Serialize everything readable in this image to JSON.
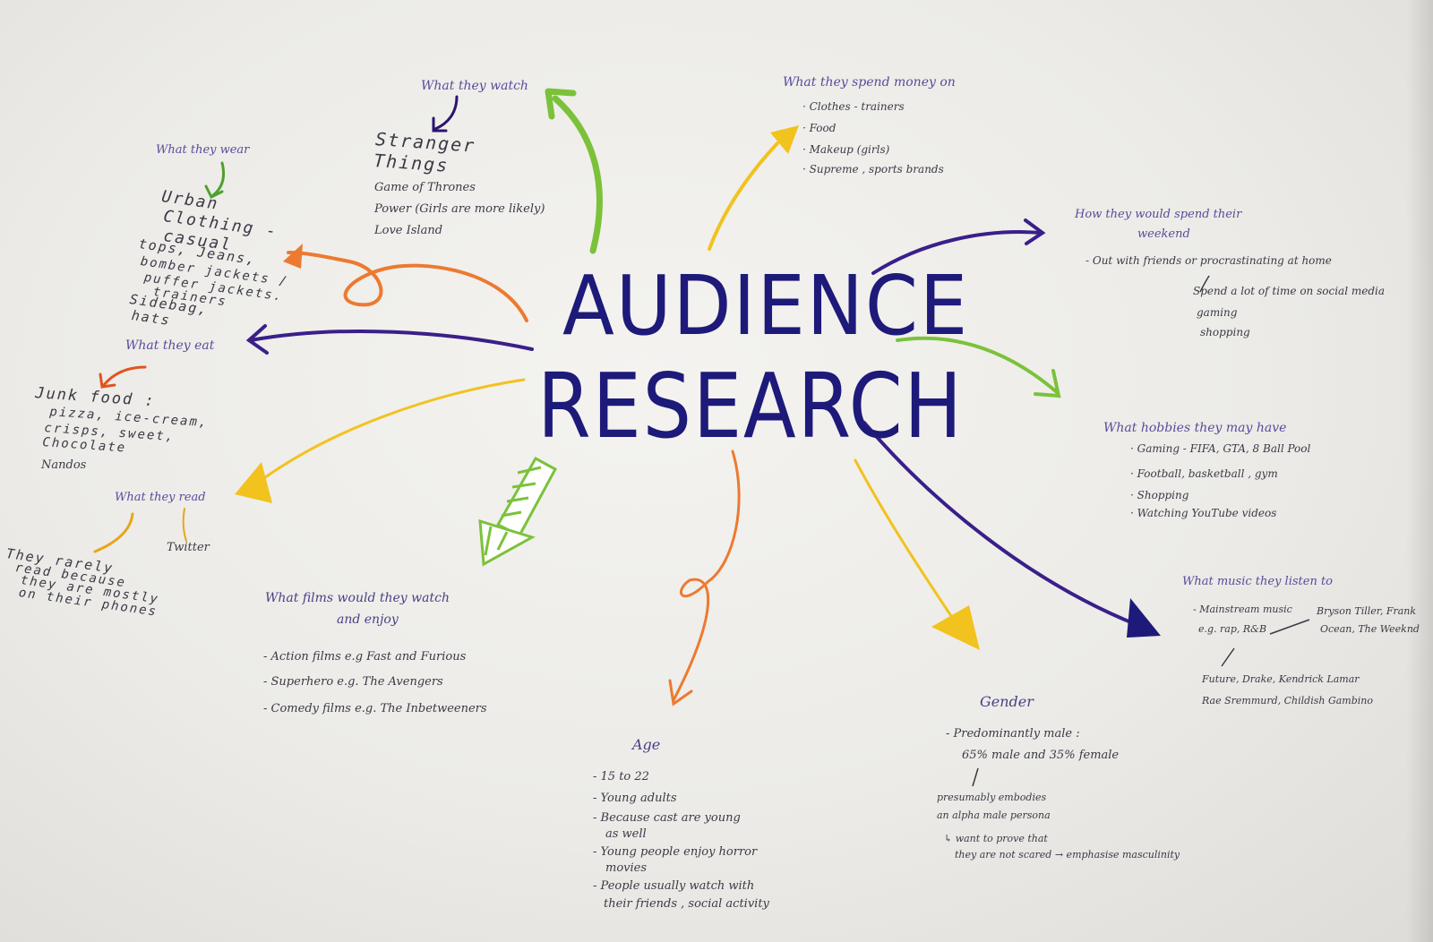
{
  "title": {
    "line1": "AUDIENCE",
    "line2": "RESEARCH"
  },
  "colors": {
    "title": "#1d1a7a",
    "purple": "#3a1f8a",
    "green": "#7bc23a",
    "orange": "#ec7a30",
    "yellow": "#f2c21e",
    "heading": "#5b4a9c",
    "text": "#3b3946"
  },
  "watch": {
    "heading": "What they watch",
    "shows": [
      "Stranger",
      "Things"
    ],
    "items": [
      "Game of Thrones",
      "Power (Girls are more likely)",
      "Love Island"
    ]
  },
  "spend": {
    "heading": "What they spend money on",
    "items": [
      "· Clothes - trainers",
      "· Food",
      "· Makeup (girls)",
      "· Supreme , sports brands"
    ]
  },
  "wear": {
    "heading": "What they wear",
    "lines": [
      "Urban",
      "Clothing -",
      "casual",
      "tops, Jeans,",
      "bomber jackets /",
      "puffer jackets.",
      "trainers",
      "Sidebag,",
      "hats"
    ]
  },
  "weekend": {
    "heading_line1": "How they would spend their",
    "heading_line2": "weekend",
    "items": [
      "- Out with friends or procrastinating at home",
      "Spend a lot of time on social media",
      "gaming",
      "shopping"
    ]
  },
  "eat": {
    "heading": "What they eat",
    "lines": [
      "Junk food :",
      "pizza, ice-cream,",
      "crisps, sweet,",
      "Chocolate",
      "Nandos"
    ]
  },
  "hobbies": {
    "heading": "What hobbies they may have",
    "items": [
      "· Gaming - FIFA, GTA, 8 Ball Pool",
      "· Football, basketball , gym",
      "· Shopping",
      "· Watching YouTube videos"
    ]
  },
  "read": {
    "heading": "What they read",
    "twitter": "Twitter",
    "lines": [
      "They rarely",
      "read because",
      "they are mostly",
      "on their phones"
    ]
  },
  "films": {
    "heading_line1": "What films would they watch",
    "heading_line2": "and enjoy",
    "items": [
      "- Action films e.g Fast and Furious",
      "- Superhero e.g. The Avengers",
      "- Comedy films e.g. The Inbetweeners"
    ]
  },
  "music": {
    "heading": "What music they listen to",
    "items": [
      "- Mainstream music",
      "e.g. rap, R&B",
      "Bryson Tiller, Frank",
      "Ocean, The Weeknd",
      "Future, Drake, Kendrick Lamar",
      "Rae Sremmurd, Childish Gambino"
    ]
  },
  "age": {
    "heading": "Age",
    "items": [
      "- 15 to 22",
      "- Young adults",
      "- Because cast are young",
      "as well",
      "- Young people enjoy horror",
      "movies",
      "- People usually watch with",
      "their friends , social activity"
    ]
  },
  "gender": {
    "heading": "Gender",
    "items": [
      "- Predominantly male :",
      "65% male and 35% female",
      "presumably embodies",
      "an alpha male persona",
      "↳ want to prove that",
      "they are not scared → emphasise masculinity"
    ]
  }
}
